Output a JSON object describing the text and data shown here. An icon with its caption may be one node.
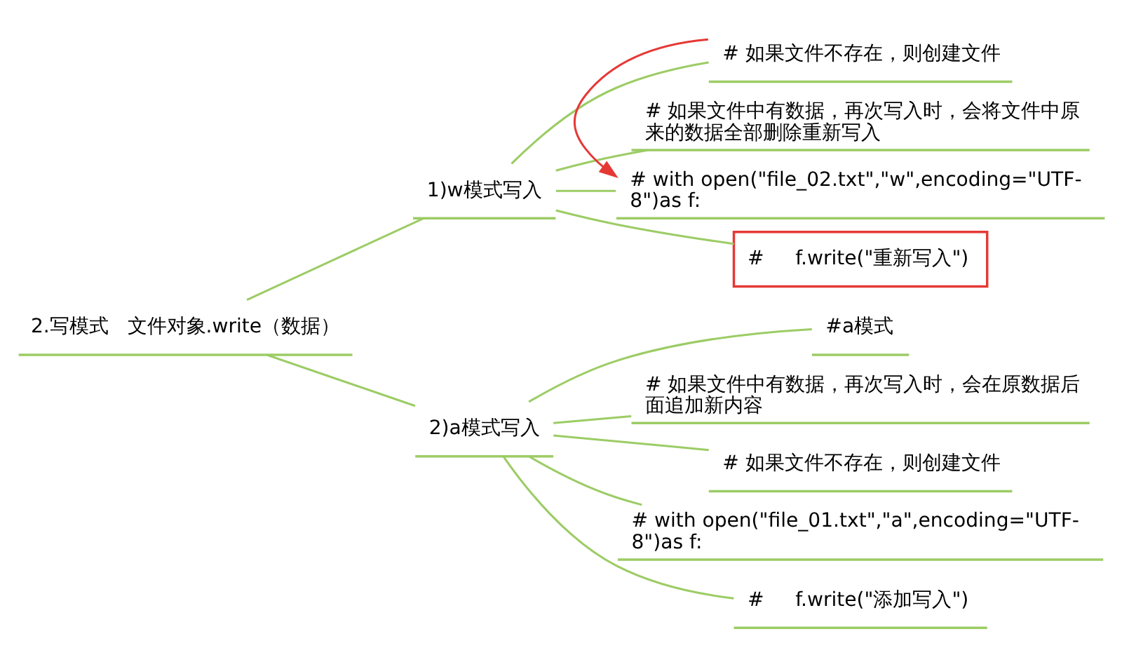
{
  "diagram": {
    "nodes": [
      {
        "text": [
          "2.写模式   文件对象.write（数据）"
        ]
      },
      {
        "text": [
          "1)w模式写入"
        ]
      },
      {
        "text": [
          "# 如果文件不存在，则创建文件"
        ]
      },
      {
        "text": [
          "# 如果文件中有数据，再次写入时，会将文件中原来的数据全部删除重新写入"
        ]
      },
      {
        "text": [
          "# with open(\"file_02.txt\",\"w\",encoding=\"UTF-8\")as f:"
        ]
      },
      {
        "text": [
          "#     f.write(\"重新写入\")"
        ]
      },
      {
        "text": [
          "2)a模式写入"
        ]
      },
      {
        "text": [
          "#a模式"
        ]
      },
      {
        "text": [
          "# 如果文件中有数据，再次写入时，会在原数据后面追加新内容"
        ]
      },
      {
        "text": [
          "# 如果文件不存在，则创建文件"
        ]
      },
      {
        "text": [
          "# with open(\"file_01.txt\",\"a\",encoding=\"UTF-8\")as f:"
        ]
      },
      {
        "text": [
          "#     f.write(\"添加写入\")"
        ]
      }
    ],
    "edges": [
      {
        "from": 0,
        "to": 1,
        "arrow": "none"
      },
      {
        "from": 0,
        "to": 6,
        "arrow": "none"
      },
      {
        "from": 1,
        "to": 2,
        "arrow": "none"
      },
      {
        "from": 1,
        "to": 3,
        "arrow": "none"
      },
      {
        "from": 1,
        "to": 4,
        "arrow": "none"
      },
      {
        "from": 1,
        "to": 5,
        "arrow": "none"
      },
      {
        "from": 6,
        "to": 7,
        "arrow": "none"
      },
      {
        "from": 6,
        "to": 8,
        "arrow": "none"
      },
      {
        "from": 6,
        "to": 9,
        "arrow": "none"
      },
      {
        "from": 6,
        "to": 10,
        "arrow": "none"
      },
      {
        "from": 6,
        "to": 11,
        "arrow": "none"
      },
      {
        "from": 2,
        "to": 4,
        "arrow": "to",
        "color": "#e53935"
      }
    ]
  }
}
